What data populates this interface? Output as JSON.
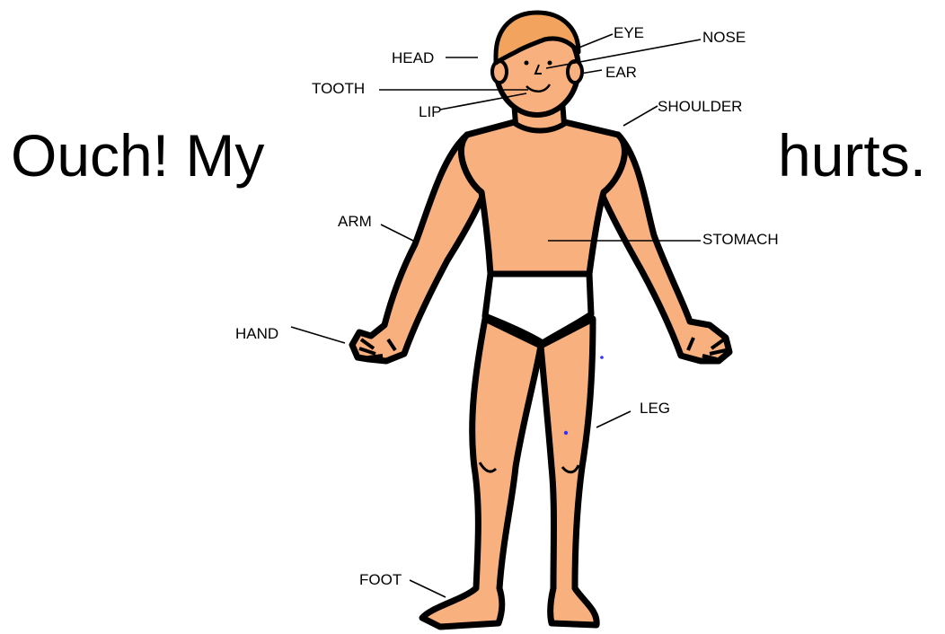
{
  "sentence": {
    "before": "Ouch!  My",
    "after": "hurts."
  },
  "labels": {
    "head": "HEAD",
    "eye": "EYE",
    "nose": "NOSE",
    "ear": "EAR",
    "tooth": "TOOTH",
    "lip": "LIP",
    "shoulder": "SHOULDER",
    "arm": "ARM",
    "stomach": "STOMACH",
    "hand": "HAND",
    "leg": "LEG",
    "foot": "FOOT"
  },
  "colors": {
    "skin": "#F9B07F",
    "hair": "#F2A35E",
    "outline": "#000000",
    "underwear": "#FFFFFF",
    "background": "#FFFFFF"
  }
}
